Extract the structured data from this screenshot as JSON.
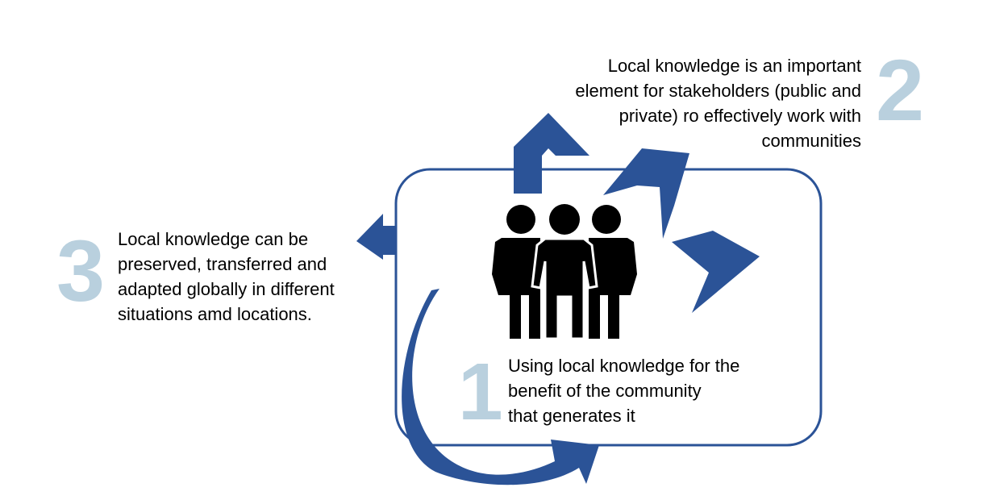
{
  "colors": {
    "arrow": "#2b5397",
    "box_border": "#2b5397",
    "number": "#b9d0de",
    "text": "#000000",
    "people": "#000000"
  },
  "icons": {
    "people": "three-people-icon"
  },
  "steps": [
    {
      "number": "1",
      "lines": [
        "Using local knowledge for the",
        "benefit of the community",
        "that generates it"
      ]
    },
    {
      "number": "2",
      "lines": [
        "Local knowledge is an important",
        "element for stakeholders  (public and",
        "private) ro effectively work with",
        "communities"
      ]
    },
    {
      "number": "3",
      "lines": [
        "Local knowledge can be",
        "preserved, transferred and",
        "adapted globally in different",
        "situations amd locations."
      ]
    }
  ]
}
